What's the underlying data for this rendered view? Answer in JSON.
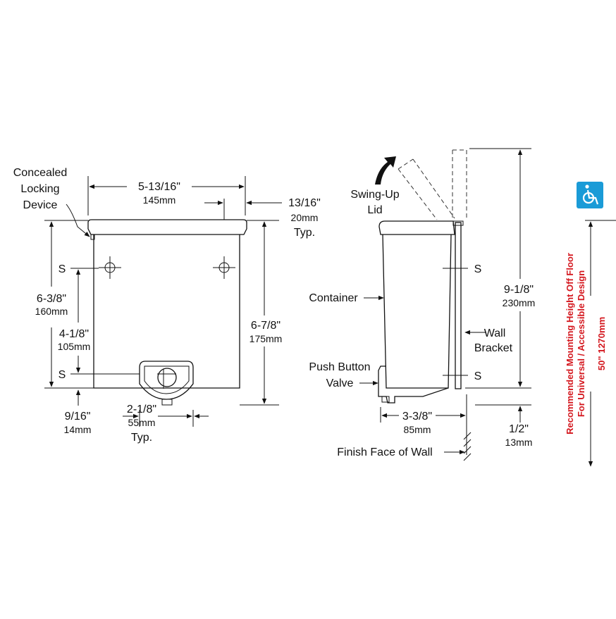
{
  "front": {
    "concealed_locking_device": [
      "Concealed",
      "Locking",
      "Device"
    ],
    "width_in": "5-13/16\"",
    "width_mm": "145mm",
    "lid_offset_in": "13/16\"",
    "lid_offset_mm": "20mm",
    "lid_offset_typ": "Typ.",
    "s_label": "S",
    "height_outer_in": "6-3/8\"",
    "height_outer_mm": "160mm",
    "height_inner_in": "4-1/8\"",
    "height_inner_mm": "105mm",
    "height_total_in": "6-7/8\"",
    "height_total_mm": "175mm",
    "bottom_in": "9/16\"",
    "bottom_mm": "14mm",
    "valve_width_in": "2-1/8\"",
    "valve_width_mm": "55mm",
    "valve_width_typ": "Typ."
  },
  "side": {
    "swing_up_lid": [
      "Swing-Up",
      "Lid"
    ],
    "container": "Container",
    "wall_bracket": [
      "Wall",
      "Bracket"
    ],
    "push_button_valve": [
      "Push Button",
      "Valve"
    ],
    "s_label": "S",
    "height_in": "9-1/8\"",
    "height_mm": "230mm",
    "depth_in": "3-3/8\"",
    "depth_mm": "85mm",
    "bottom_in": "1/2\"",
    "bottom_mm": "13mm",
    "finish_face": "Finish Face of Wall"
  },
  "mounting": {
    "line1": "Recommended Mounting Height Off Floor",
    "line2": "For Universal / Accessible Design",
    "height": "50\"  1270mm",
    "accessibility_icon": "wheelchair-icon",
    "icon_color": "#1a9bd7",
    "text_color": "#d4171e"
  }
}
